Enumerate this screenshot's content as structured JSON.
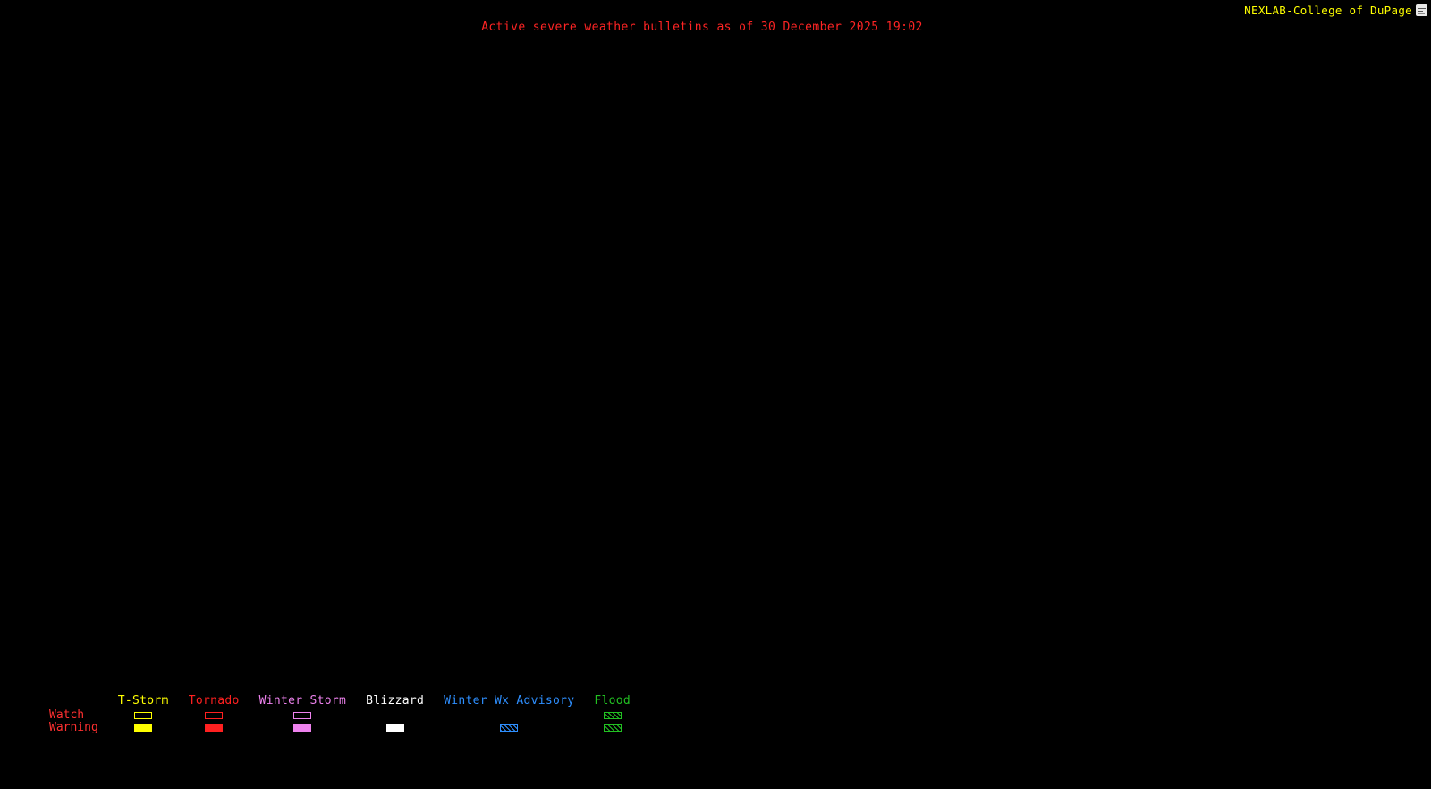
{
  "header": {
    "brand": "NEXLAB-College of DuPage",
    "title": "Active severe weather bulletins as of 30 December 2025 19:02"
  },
  "legend": {
    "row_labels": [
      "Watch",
      "Warning"
    ],
    "columns": [
      {
        "label": "T-Storm",
        "color": "#ffff00",
        "watch": "outline",
        "warning": "fill"
      },
      {
        "label": "Tornado",
        "color": "#ff2020",
        "watch": "outline",
        "warning": "fill"
      },
      {
        "label": "Winter Storm",
        "color": "#ee82ee",
        "watch": "outline",
        "warning": "fill"
      },
      {
        "label": "Blizzard",
        "color": "#ffffff",
        "watch": "none",
        "warning": "fill"
      },
      {
        "label": "Winter Wx Advisory",
        "color": "#2e8fff",
        "watch": "none",
        "warning": "hatch"
      },
      {
        "label": "Flood",
        "color": "#22c122",
        "watch": "hatch",
        "warning": "hatch"
      }
    ]
  },
  "colors": {
    "background": "#000000",
    "title_text": "#ff2424",
    "brand_text": "#ffff00",
    "row_label_text": "#ff3030",
    "bottom_strip": "#ffffff"
  }
}
